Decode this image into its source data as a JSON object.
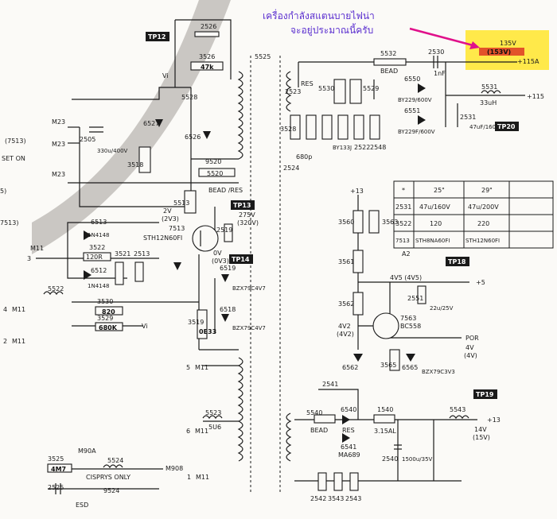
{
  "annotation": {
    "line1": "เครื่องกำลังสแตนบายไฟน่า",
    "line2": "จะอยู่ประมาณนี้ครับ",
    "highlight_color": "#ffe94a",
    "voltage_top": "135V",
    "voltage_box": "(153V)",
    "box_color": "#e2532a",
    "arrow_color": "#e0108a",
    "output_label": "+115A"
  },
  "test_points": [
    "TP12",
    "TP13",
    "TP14",
    "TP18",
    "TP19",
    "TP20"
  ],
  "rails": {
    "plus115": "+115",
    "plus5": "+5",
    "plus13_top": "+13",
    "plus13_bottom": "+13",
    "por": "POR",
    "vi_top": "Vi",
    "vi_mid": "Vi",
    "v4v5": "4V5 (4V5)",
    "v4v2": "4V2",
    "v4v2b": "(4V2)",
    "v4v": "4V",
    "v4vb": "(4V)",
    "v14": "14V",
    "v15": "(15V)",
    "v275": "275V",
    "v320": "(320V)",
    "v2": "2V",
    "v2b": "(2V3)",
    "v0": "0V",
    "v0b": "(0V3)"
  },
  "left_labels": {
    "m123a": "M23",
    "m123b": "M23",
    "m123c": "M23",
    "n7513": "(7513)",
    "set_on": "SET ON",
    "m111a": "M11",
    "m111b": "M11",
    "m111c": "M11",
    "m111d": "M11",
    "m111e": "M11",
    "m111f": "M11",
    "n7513b": "7513)",
    "n5": "5)",
    "n3": "3",
    "n4": "4",
    "n2": "2",
    "n5b": "5",
    "n6": "6",
    "n1": "1",
    "m908a": "M90A",
    "m908b": "M908",
    "cisprys": "CISPRYS ONLY",
    "esd": "ESD"
  },
  "components": {
    "c2526": "2526",
    "c3526": "3526",
    "r47k": "47k",
    "c5525": "5525",
    "c5528": "5528",
    "c6527": "6527",
    "c2505": "2505",
    "c330u": "330u/400V",
    "c3518": "3518",
    "c6526": "6526",
    "c9520": "9520",
    "c5520": "5520",
    "bead_res": "BEAD /RES",
    "c5513": "5513",
    "c6513": "6513",
    "d1n4148a": "1N4148",
    "c3522": "3522",
    "r120": "120R",
    "c6512": "6512",
    "d1n4148b": "1N4148",
    "c3521": "3521",
    "c2513": "2513",
    "c7513": "7513",
    "sth12": "STH12N60FI",
    "c2519": "2519",
    "c6519": "6519",
    "c6518": "6518",
    "bzx79c4v7a": "BZX79C4V7",
    "bzx79c4v7b": "BZX79C4V7",
    "c3519": "3519",
    "c0e33": "0E33",
    "c5522": "5522",
    "c3530": "3530",
    "r820": "820",
    "c3529": "3529",
    "r680k": "680K",
    "c5523": "5523",
    "bead_l": "5U6",
    "c3525": "3525",
    "r4m7": "4M7",
    "c5524": "5524",
    "c2525": "2525",
    "c9524": "9524",
    "c5532": "5532",
    "bead_top": "BEAD",
    "c2530": "2530",
    "n1nf": "1nF",
    "c2523": "2523",
    "c5530": "5530",
    "c5529": "5529",
    "res1": "RES",
    "c6550": "6550",
    "by229a": "BY229/600V",
    "c6551": "6551",
    "by229b": "BY229F/600V",
    "c2531": "2531",
    "c47u": "47uF/160V",
    "c5531": "5531",
    "l33h": "33uH",
    "c3528": "3528",
    "c2522": "2522",
    "c2548": "2548",
    "by133": "BY133J",
    "c2524": "2524",
    "c680p": "680p",
    "c3560": "3560",
    "c3563": "3563",
    "c3561": "3561",
    "c3562": "3562",
    "c7563": "7563",
    "bc558": "BC558",
    "c2551": "2551",
    "c22u": "22u/25V",
    "c6562": "6562",
    "c3565": "3565",
    "c6565": "6565",
    "bzx79c3v3": "BZX79C3V3",
    "a2": "A2",
    "c2541": "2541",
    "c5540": "5540",
    "c6540": "6540",
    "c6541": "6541",
    "ma689": "MA689",
    "c1540": "1540",
    "f315": "3.15AL",
    "c2540": "2540",
    "c1500u": "1500u/35V",
    "c5543": "5543",
    "c2542": "2542",
    "c3543": "3543",
    "c2543": "2543",
    "bead_b": "BEAD",
    "res_b": "RES"
  },
  "table": {
    "headers": [
      "*",
      "25\"",
      "29\""
    ],
    "rows": [
      [
        "2531",
        "47u/160V",
        "47u/200V"
      ],
      [
        "3522",
        "120",
        "220"
      ],
      [
        "7513",
        "STH8NA60FI",
        "STH12N60FI"
      ]
    ]
  }
}
